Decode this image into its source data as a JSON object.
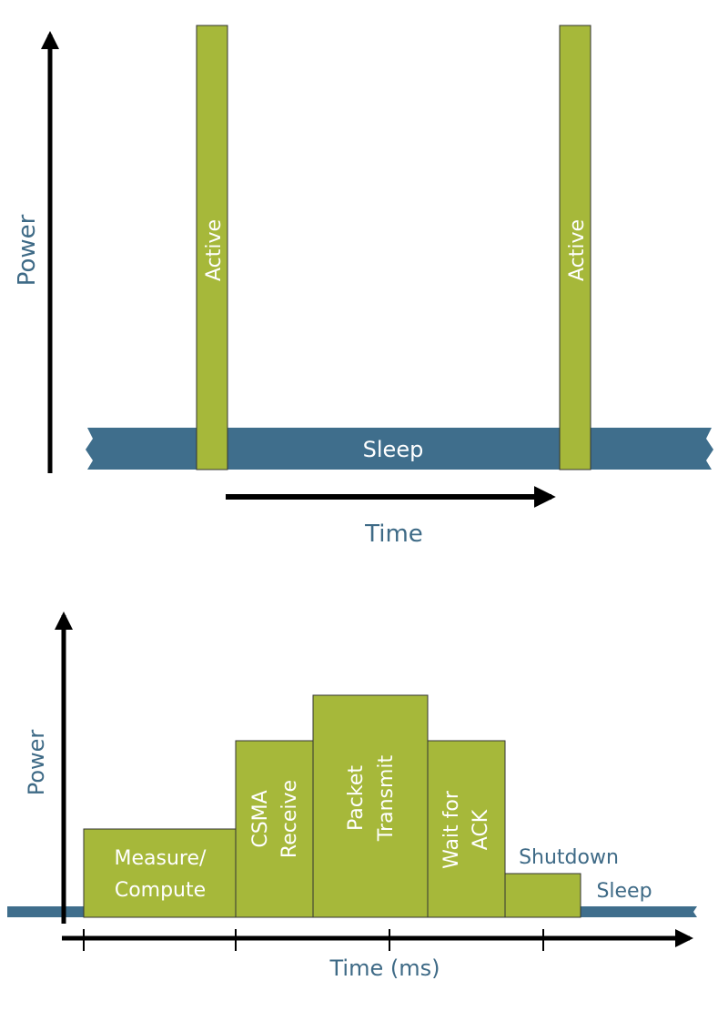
{
  "colors": {
    "active_fill": "#a6b83a",
    "sleep_fill": "#3f6e8c",
    "axis": "#000000",
    "label_blue": "#3e6a86",
    "bar_text": "#ffffff"
  },
  "top_diagram": {
    "y_axis_label": "Power",
    "x_axis_label": "Time",
    "sleep_label": "Sleep",
    "active_label_1": "Active",
    "active_label_2": "Active"
  },
  "bottom_diagram": {
    "y_axis_label": "Power",
    "x_axis_label": "Time (ms)",
    "measure_line1": "Measure/",
    "measure_line2": "Compute",
    "csma_line1": "CSMA",
    "csma_line2": "Receive",
    "packet_line1": "Packet",
    "packet_line2": "Transmit",
    "wait_line1": "Wait for",
    "wait_line2": "ACK",
    "shutdown_label": "Shutdown",
    "sleep_label": "Sleep"
  }
}
